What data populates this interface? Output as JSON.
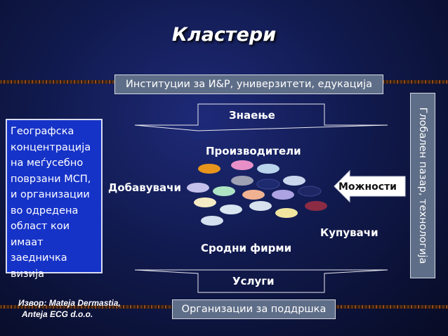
{
  "title": "Кластери",
  "top_box": "Институции за И&P, универзитети, едукација",
  "knowledge_label": "Знаење",
  "producers_label": "Производители",
  "suppliers_label": "Добавувачи",
  "opportunities_label": "Можности",
  "buyers_label": "Купувачи",
  "related_firms_label": "Сродни фирми",
  "services_label": "Услуги",
  "bottom_box": "Организации за поддршка",
  "left_box_lines": [
    "Географска",
    "концентрација",
    "на меѓусебно",
    "поврзани МСП,",
    "и организации",
    "во одредена",
    "област кои",
    "имаат",
    "заедничка",
    "визија"
  ],
  "right_box": "Глобален пазар, технологија",
  "source_line1": "Извор: Mateja Dermastia,",
  "source_line2": "Anteja ECG d.o.o.",
  "colors": {
    "background": "#111a4e",
    "label_box": "#5f6e88",
    "left_box": "#1633c8",
    "ellipses": [
      "#e7951c",
      "#e88fc8",
      "#b9d4ec",
      "#c9d6ec",
      "#9ea0b4",
      "#1d2a6e",
      "#c4c0ec",
      "#d7e2ee",
      "#aee3c4",
      "#f0b291",
      "#ada3e2",
      "#1f2664",
      "#f4eac4",
      "#d9e6f2",
      "#f0e6a0",
      "#8b2c44",
      "#d4e0ef",
      "#bdd2e9"
    ]
  }
}
